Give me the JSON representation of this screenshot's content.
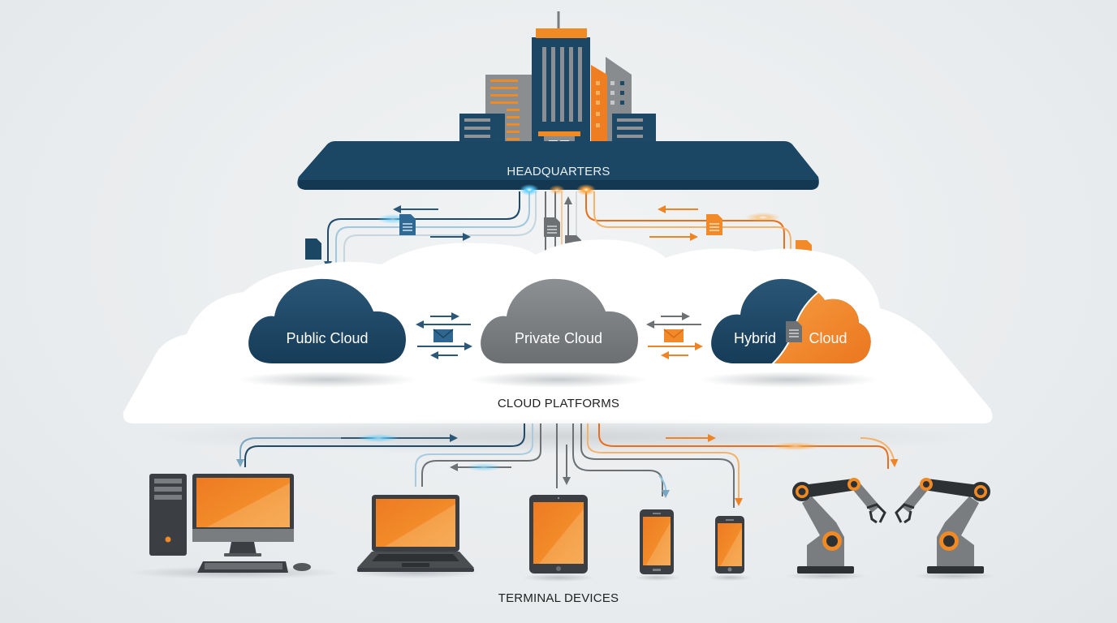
{
  "diagram": {
    "title": "Headquarters to Cloud Platforms to Terminal Devices",
    "colors": {
      "navy": "#1b4664",
      "navy_dark": "#143752",
      "orange": "#f08a24",
      "gray": "#7a7d80",
      "light_blue": "#8fc3e0",
      "background": "#e9ecee"
    },
    "tiers": {
      "headquarters": {
        "label": "HEADQUARTERS",
        "icon": "office-buildings-icon"
      },
      "cloud_platforms": {
        "label": "CLOUD PLATFORMS",
        "clouds": [
          {
            "id": "public",
            "label": "Public Cloud",
            "color": "navy"
          },
          {
            "id": "private",
            "label": "Private Cloud",
            "color": "gray"
          },
          {
            "id": "hybrid",
            "label_left": "Hybrid",
            "label_right": "Cloud",
            "color": "navy+orange"
          }
        ]
      },
      "terminal_devices": {
        "label": "TERMINAL DEVICES",
        "devices": [
          {
            "id": "desktop",
            "icon": "desktop-computer-icon"
          },
          {
            "id": "laptop",
            "icon": "laptop-icon"
          },
          {
            "id": "tablet",
            "icon": "tablet-icon"
          },
          {
            "id": "phone-1",
            "icon": "smartphone-icon"
          },
          {
            "id": "phone-2",
            "icon": "smartphone-icon"
          },
          {
            "id": "robot-1",
            "icon": "robotic-arm-icon"
          },
          {
            "id": "robot-2",
            "icon": "robotic-arm-icon"
          }
        ]
      }
    },
    "flows": [
      {
        "from": "headquarters",
        "to": "public",
        "color": "navy",
        "payload": "document-icon"
      },
      {
        "from": "headquarters",
        "to": "private",
        "color": "gray",
        "payload": "document-icon"
      },
      {
        "from": "headquarters",
        "to": "hybrid",
        "color": "orange",
        "payload": "document-icon"
      },
      {
        "from": "public",
        "to": "private",
        "bidirectional": true,
        "payload": "envelope-icon"
      },
      {
        "from": "private",
        "to": "hybrid",
        "bidirectional": true,
        "payload": "envelope-icon"
      },
      {
        "from": "cloud_platforms",
        "to": "desktop",
        "color": "navy"
      },
      {
        "from": "cloud_platforms",
        "to": "laptop",
        "color": "gray"
      },
      {
        "from": "cloud_platforms",
        "to": "tablet",
        "color": "gray"
      },
      {
        "from": "cloud_platforms",
        "to": "phone-1",
        "color": "gray"
      },
      {
        "from": "cloud_platforms",
        "to": "phone-2",
        "color": "orange"
      },
      {
        "from": "cloud_platforms",
        "to": "robots",
        "color": "orange"
      }
    ]
  }
}
